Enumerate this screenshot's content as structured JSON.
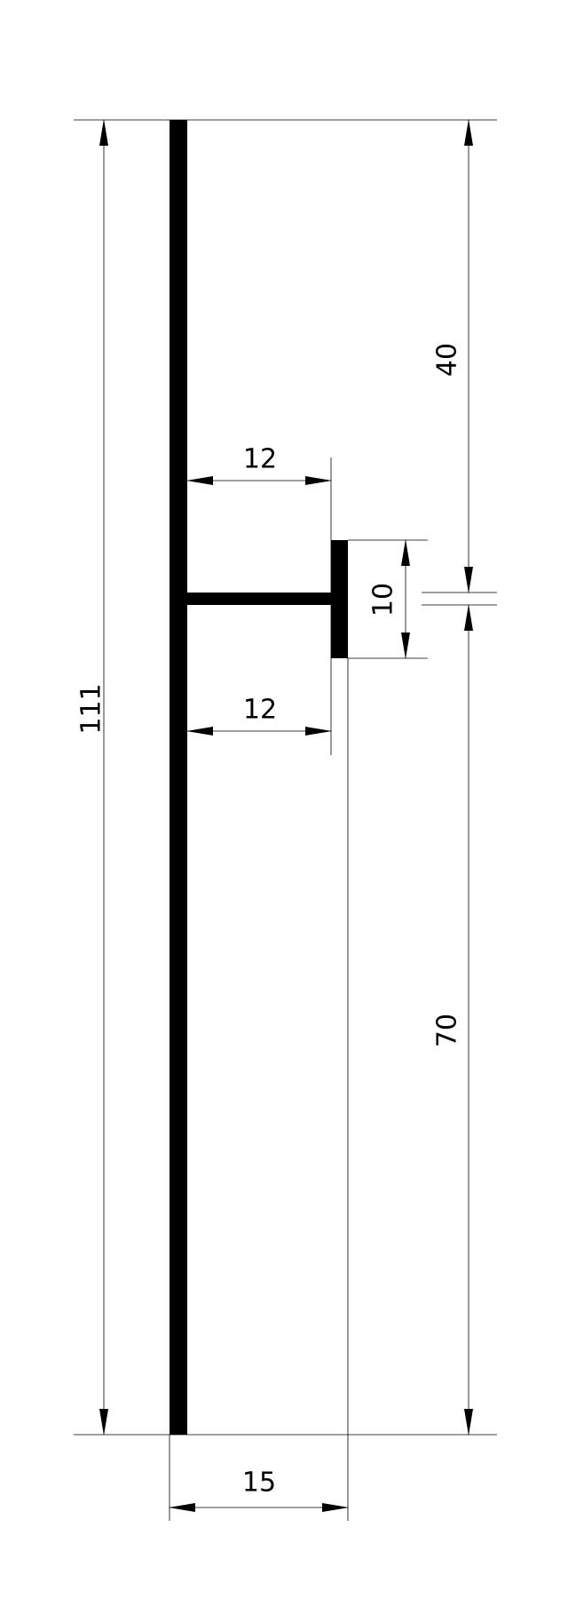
{
  "dimensions": {
    "total_height": {
      "value": "111"
    },
    "top_offset": {
      "value": "40"
    },
    "bottom_offset": {
      "value": "70"
    },
    "flange_height": {
      "value": "10"
    },
    "web_length_upper": {
      "value": "12"
    },
    "web_length_lower": {
      "value": "12"
    },
    "overall_width": {
      "value": "15"
    }
  },
  "colors": {
    "line": "#000000",
    "background": "#ffffff"
  }
}
